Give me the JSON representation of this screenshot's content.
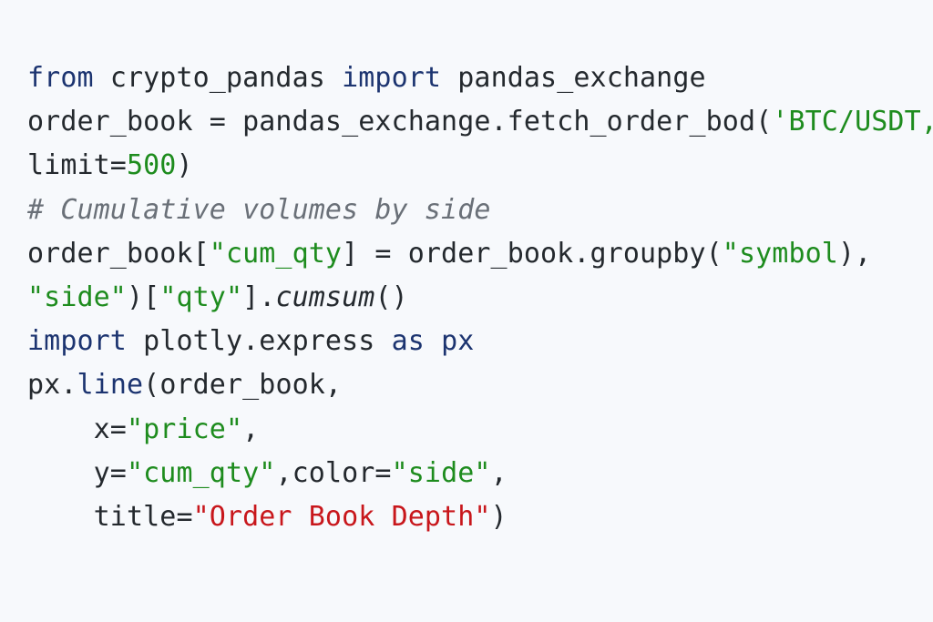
{
  "code": {
    "lines": [
      [
        {
          "t": "from",
          "c": "kw"
        },
        {
          "t": " crypto_pandas ",
          "c": "tx"
        },
        {
          "t": "import",
          "c": "kw"
        },
        {
          "t": " pandas_exchange",
          "c": "tx"
        }
      ],
      [
        {
          "t": "order_book = pandas_exchange.fetch_order_bod(",
          "c": "tx"
        },
        {
          "t": "'BTC/USDT,",
          "c": "str"
        }
      ],
      [
        {
          "t": "limit=",
          "c": "tx"
        },
        {
          "t": "500",
          "c": "num"
        },
        {
          "t": ")",
          "c": "tx"
        }
      ],
      [
        {
          "t": "# Cumulative volumes by side",
          "c": "cm"
        }
      ],
      [
        {
          "t": "order_book[",
          "c": "tx"
        },
        {
          "t": "\"cum_qty",
          "c": "str"
        },
        {
          "t": "] = order_book.groupby(",
          "c": "tx"
        },
        {
          "t": "\"symbol",
          "c": "str"
        },
        {
          "t": "),",
          "c": "tx"
        }
      ],
      [
        {
          "t": "\"side\"",
          "c": "str"
        },
        {
          "t": ")[",
          "c": "tx"
        },
        {
          "t": "\"qty\"",
          "c": "str"
        },
        {
          "t": "].",
          "c": "tx"
        },
        {
          "t": "cumsum",
          "c": "it"
        },
        {
          "t": "()",
          "c": "tx"
        }
      ],
      [
        {
          "t": "import",
          "c": "kw"
        },
        {
          "t": " plotly.express ",
          "c": "tx"
        },
        {
          "t": "as",
          "c": "kw"
        },
        {
          "t": " px",
          "c": "kw"
        }
      ],
      [
        {
          "t": "px.",
          "c": "tx"
        },
        {
          "t": "line",
          "c": "kw"
        },
        {
          "t": "(order_book,",
          "c": "tx"
        }
      ],
      [
        {
          "t": "    x=",
          "c": "tx"
        },
        {
          "t": "\"price\"",
          "c": "str"
        },
        {
          "t": ",",
          "c": "tx"
        }
      ],
      [
        {
          "t": "    y=",
          "c": "tx"
        },
        {
          "t": "\"cum_qty\"",
          "c": "str"
        },
        {
          "t": ",color=",
          "c": "tx"
        },
        {
          "t": "\"side\"",
          "c": "str"
        },
        {
          "t": ",",
          "c": "tx"
        }
      ],
      [
        {
          "t": "    title=",
          "c": "tx"
        },
        {
          "t": "\"Order Book Depth\"",
          "c": "red"
        },
        {
          "t": ")",
          "c": "tx"
        }
      ]
    ]
  }
}
